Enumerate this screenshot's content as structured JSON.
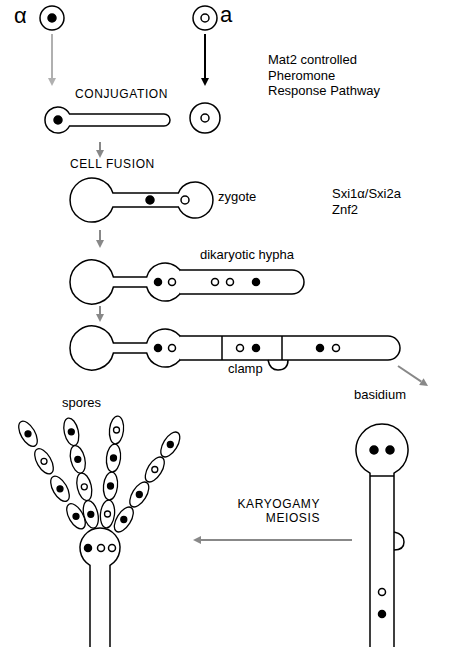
{
  "diagram": {
    "nodes": [
      {
        "text": [
          "α"
        ]
      },
      {
        "text": [
          "a"
        ]
      },
      {
        "text": [
          "CONJUGATION"
        ]
      },
      {
        "text": [
          "CELL FUSION",
          "zygote"
        ]
      },
      {
        "text": [
          "dikaryotic hypha"
        ]
      },
      {
        "text": [
          "clamp"
        ]
      },
      {
        "text": [
          "basidium"
        ]
      },
      {
        "text": [
          "spores"
        ]
      }
    ],
    "edges": [
      {
        "from": 0,
        "to": 2,
        "arrow": "to"
      },
      {
        "from": 1,
        "to": 2,
        "arrow": "to"
      },
      {
        "from": 2,
        "to": 3,
        "arrow": "to"
      },
      {
        "from": 3,
        "to": 4,
        "arrow": "to"
      },
      {
        "from": 4,
        "to": 5,
        "arrow": "to"
      },
      {
        "from": 5,
        "to": 6,
        "arrow": "to"
      },
      {
        "from": 6,
        "to": 7,
        "arrow": "to",
        "label": "KARYOGAMY MEIOSIS"
      }
    ],
    "labels": [
      "Mat2 controlled Pheromone Response Pathway",
      "Sxi1α/Sxi2a Znf2"
    ]
  }
}
